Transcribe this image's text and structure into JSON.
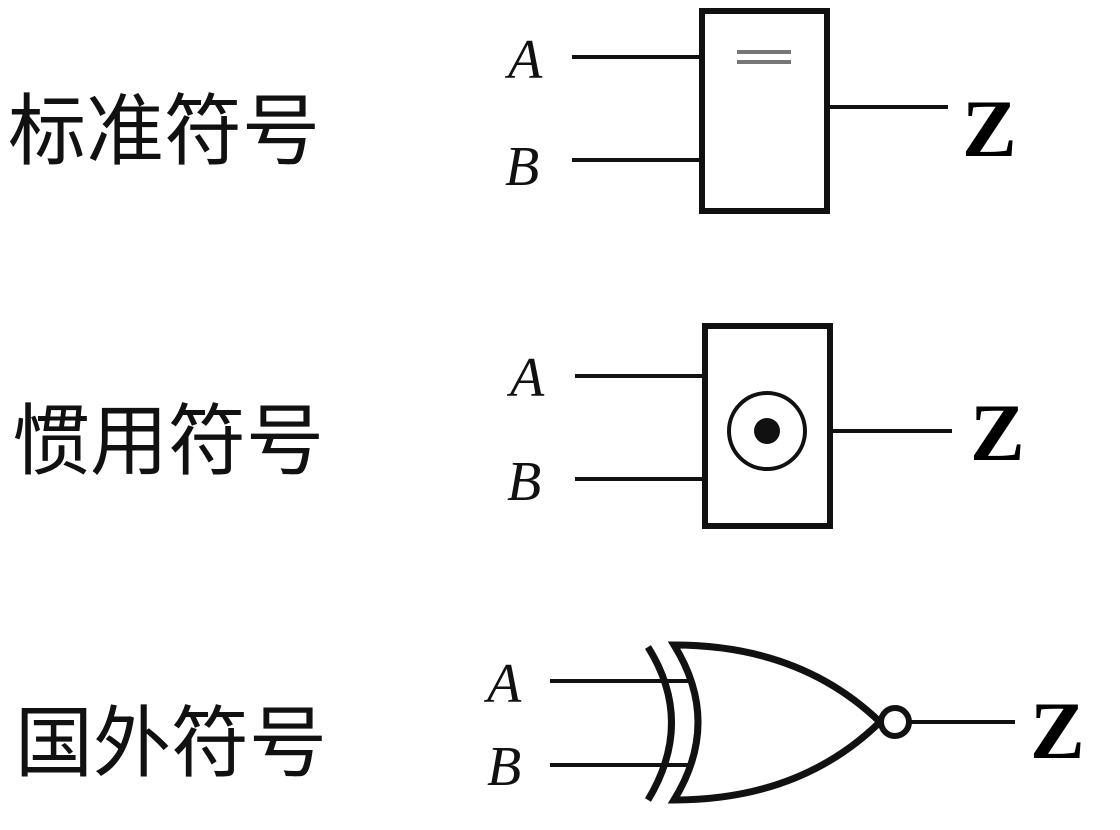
{
  "rows": [
    {
      "label": "标准符号",
      "input_a": "A",
      "input_b": "B",
      "output": "Z",
      "gate_mark": "="
    },
    {
      "label": "惯用符号",
      "input_a": "A",
      "input_b": "B",
      "output": "Z"
    },
    {
      "label": "国外符号",
      "input_a": "A",
      "input_b": "B",
      "output": "Z"
    }
  ]
}
